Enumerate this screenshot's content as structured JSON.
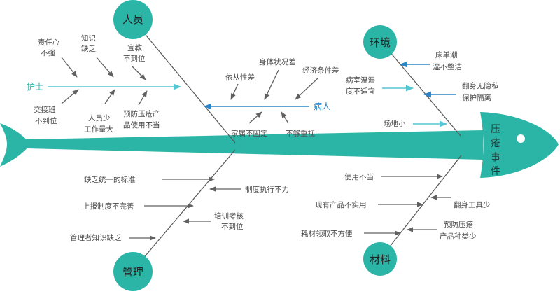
{
  "colors": {
    "teal": "#2BB5A6",
    "cyan": "#56C6D3",
    "blue": "#2A86C7",
    "gray_arrow": "#606060",
    "bone_line": "#555555",
    "text": "#4a4a4a"
  },
  "head": {
    "chars": [
      "压",
      "疮",
      "事",
      "件"
    ]
  },
  "categories": {
    "renyuan": "人员",
    "huanjing": "环境",
    "guanli": "管理",
    "cailiao": "材料"
  },
  "labels": {
    "hushi": "护士",
    "bingren": "病人",
    "zerenxin": [
      "责任心",
      "不强"
    ],
    "zhishiquefa": [
      "知识",
      "缺乏"
    ],
    "xuanjiao": [
      "宣教",
      "不到位"
    ],
    "jiaojieban": [
      "交接班",
      "不到位"
    ],
    "renyuanshao": [
      "人员少",
      "工作量大"
    ],
    "yufangchanpin": [
      "预防压疮产",
      "品使用不当"
    ],
    "yicongxing": "依从性差",
    "shenti": "身体状况差",
    "jingji": "经济条件差",
    "jiashu": "家属不固定",
    "zhongshi": "不够重视",
    "chuangdan": [
      "床单潮",
      "湿不整洁"
    ],
    "wenshidu": [
      "病室温湿",
      "度不适宜"
    ],
    "fanshen": [
      "翻身无隐私",
      "保护隔离"
    ],
    "changdi": "场地小",
    "tongyi": "缺乏统一的标准",
    "zhidu": "制度执行不力",
    "shangbao": "上报制度不完善",
    "peixun": [
      "培训考核",
      "不到位"
    ],
    "guanlizhe": "管理者知识缺乏",
    "shiyong": "使用不当",
    "xianyou": "现有产品不实用",
    "fanshengongju": "翻身工具少",
    "haocai": "耗材领取不方便",
    "yufangzhonglei": [
      "预防压疮",
      "产品种类少"
    ]
  }
}
